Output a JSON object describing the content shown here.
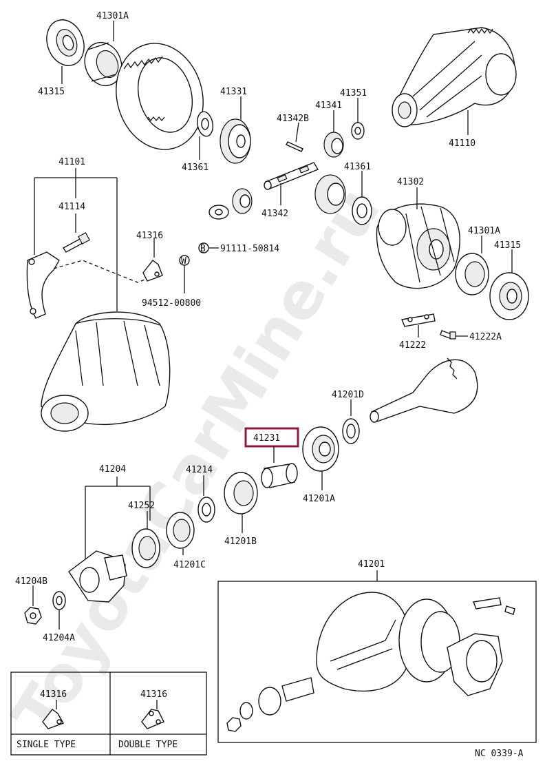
{
  "watermark": "ToyotaCarMine.ru",
  "labels": {
    "p41301A_top": "41301A",
    "p41315_top": "41315",
    "p41331": "41331",
    "p41351": "41351",
    "p41341": "41341",
    "p41342B": "41342B",
    "p41361_left": "41361",
    "p41110": "41110",
    "p41101": "41101",
    "p41114": "41114",
    "p41316": "41316",
    "p41342": "41342",
    "p41361_right": "41361",
    "p41302": "41302",
    "p41301A_right": "41301A",
    "p41315_right": "41315",
    "p91111_bolt": "91111-50814",
    "p94512": "94512-00800",
    "p41222": "41222",
    "p41222A": "41222A",
    "p41201D": "41201D",
    "p41231": "41231",
    "p41204": "41204",
    "p41214": "41214",
    "p41201A": "41201A",
    "p41252": "41252",
    "p41201B": "41201B",
    "p41201C": "41201C",
    "p41204B": "41204B",
    "p41204A": "41204A",
    "p41201": "41201",
    "single_num": "41316",
    "double_num": "41316",
    "single_type": "SINGLE TYPE",
    "double_type": "DOUBLE TYPE",
    "ref_code": "NC 0339-A"
  },
  "symbols": {
    "bolt_marker": "B",
    "washer_marker": "W"
  },
  "highlight_color": "#8b1c3a"
}
